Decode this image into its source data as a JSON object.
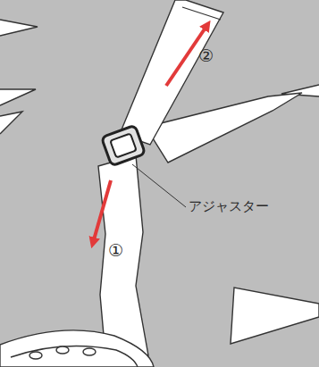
{
  "diagram": {
    "labels": [
      "アジャスター",
      "①",
      "②"
    ]
  }
}
